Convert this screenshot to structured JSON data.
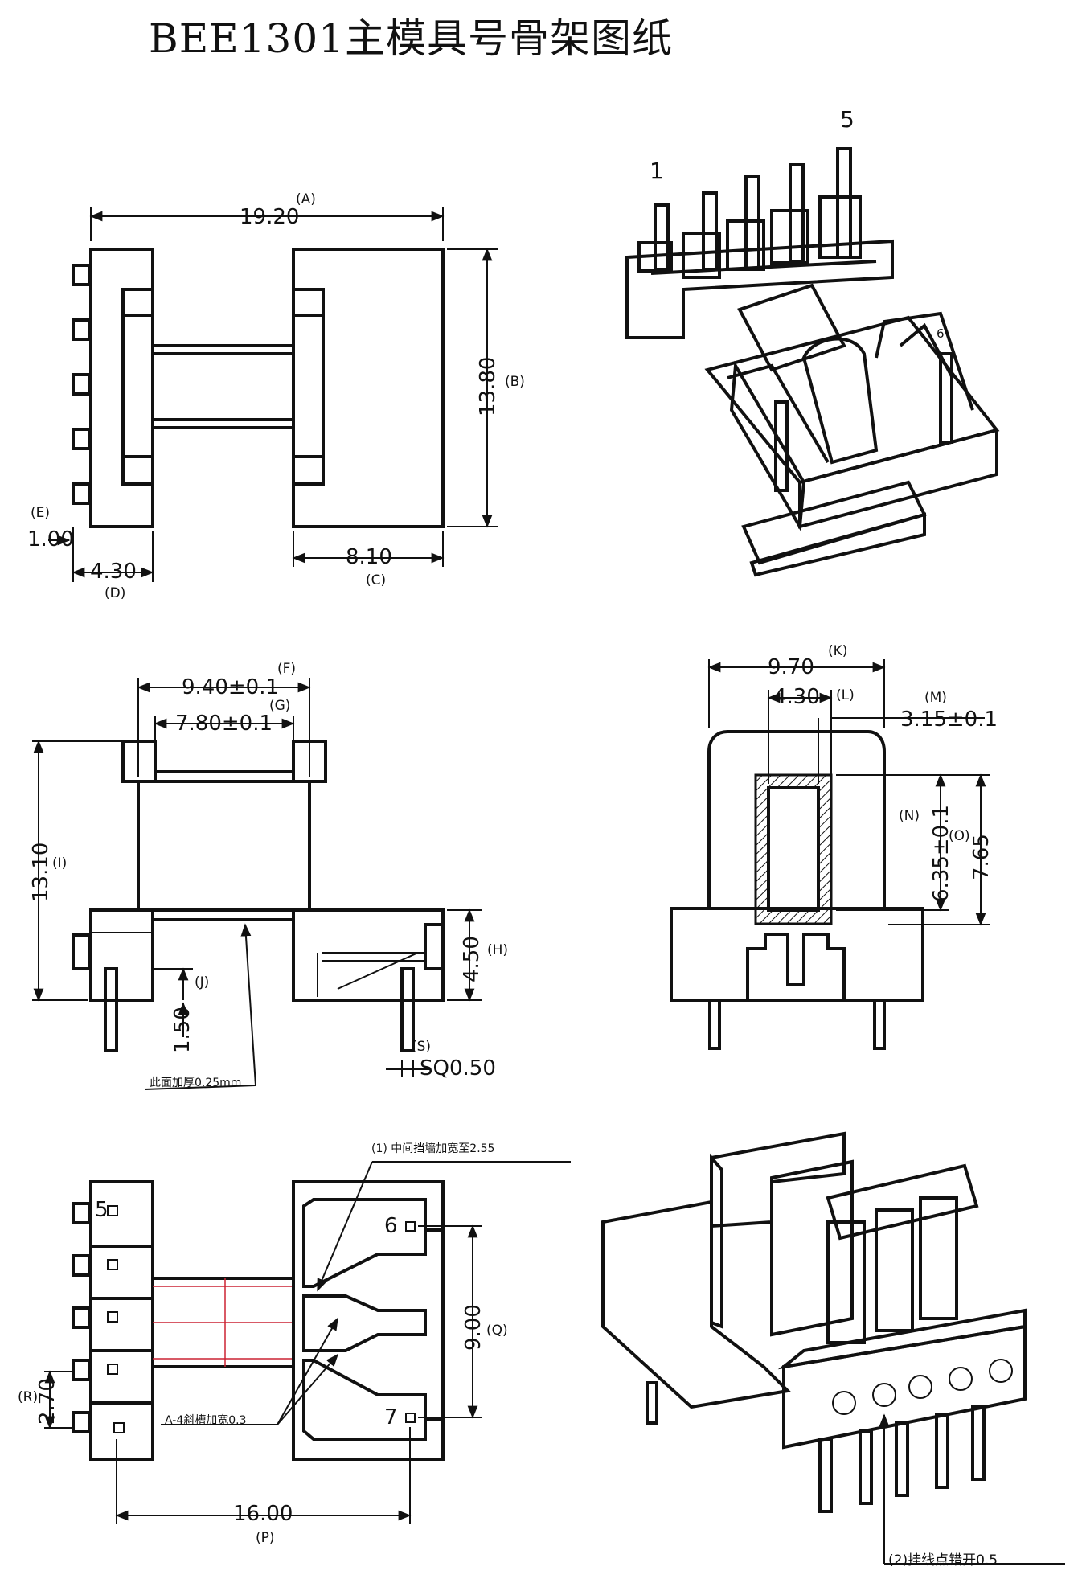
{
  "title": "BEE1301主模具号骨架图纸",
  "pin_labels": {
    "pin1": "1",
    "pin5": "5",
    "pin6": "6",
    "bottom_pin5": "5",
    "bottom_pin6": "6",
    "bottom_pin7": "7"
  },
  "dims": {
    "A": {
      "value": "19.20",
      "label": "(A)"
    },
    "B": {
      "value": "13.80",
      "label": "(B)"
    },
    "C": {
      "value": "8.10",
      "label": "(C)"
    },
    "D": {
      "value": "4.30",
      "label": "(D)"
    },
    "E": {
      "value": "1.00",
      "label": "(E)"
    },
    "F": {
      "value": "9.40±0.1",
      "label": "(F)"
    },
    "G": {
      "value": "7.80±0.1",
      "label": "(G)"
    },
    "H": {
      "value": "4.50",
      "label": "(H)"
    },
    "I": {
      "value": "13.10",
      "label": "(I)"
    },
    "J": {
      "value": "1.50",
      "label": "(J)"
    },
    "K": {
      "value": "9.70",
      "label": "(K)"
    },
    "L": {
      "value": "4.30",
      "label": "(L)"
    },
    "M": {
      "value": "3.15±0.1",
      "label": "(M)"
    },
    "N": {
      "value": "6.35±0.1",
      "label": "(N)"
    },
    "O": {
      "value": "7.65",
      "label": "(O)"
    },
    "P": {
      "value": "16.00",
      "label": "(P)"
    },
    "Q": {
      "value": "9.00",
      "label": "(Q)"
    },
    "R": {
      "value": "2.70",
      "label": "(R)"
    },
    "S": {
      "value": "SQ0.50",
      "label": "(S)"
    }
  },
  "notes": {
    "thicken": "此面加厚0.25mm",
    "note1": "(1) 中间挡墙加宽至2.55",
    "note_a4": "A-4斜槽加宽0.3",
    "note2": "(2)挂线点错开0.5"
  }
}
